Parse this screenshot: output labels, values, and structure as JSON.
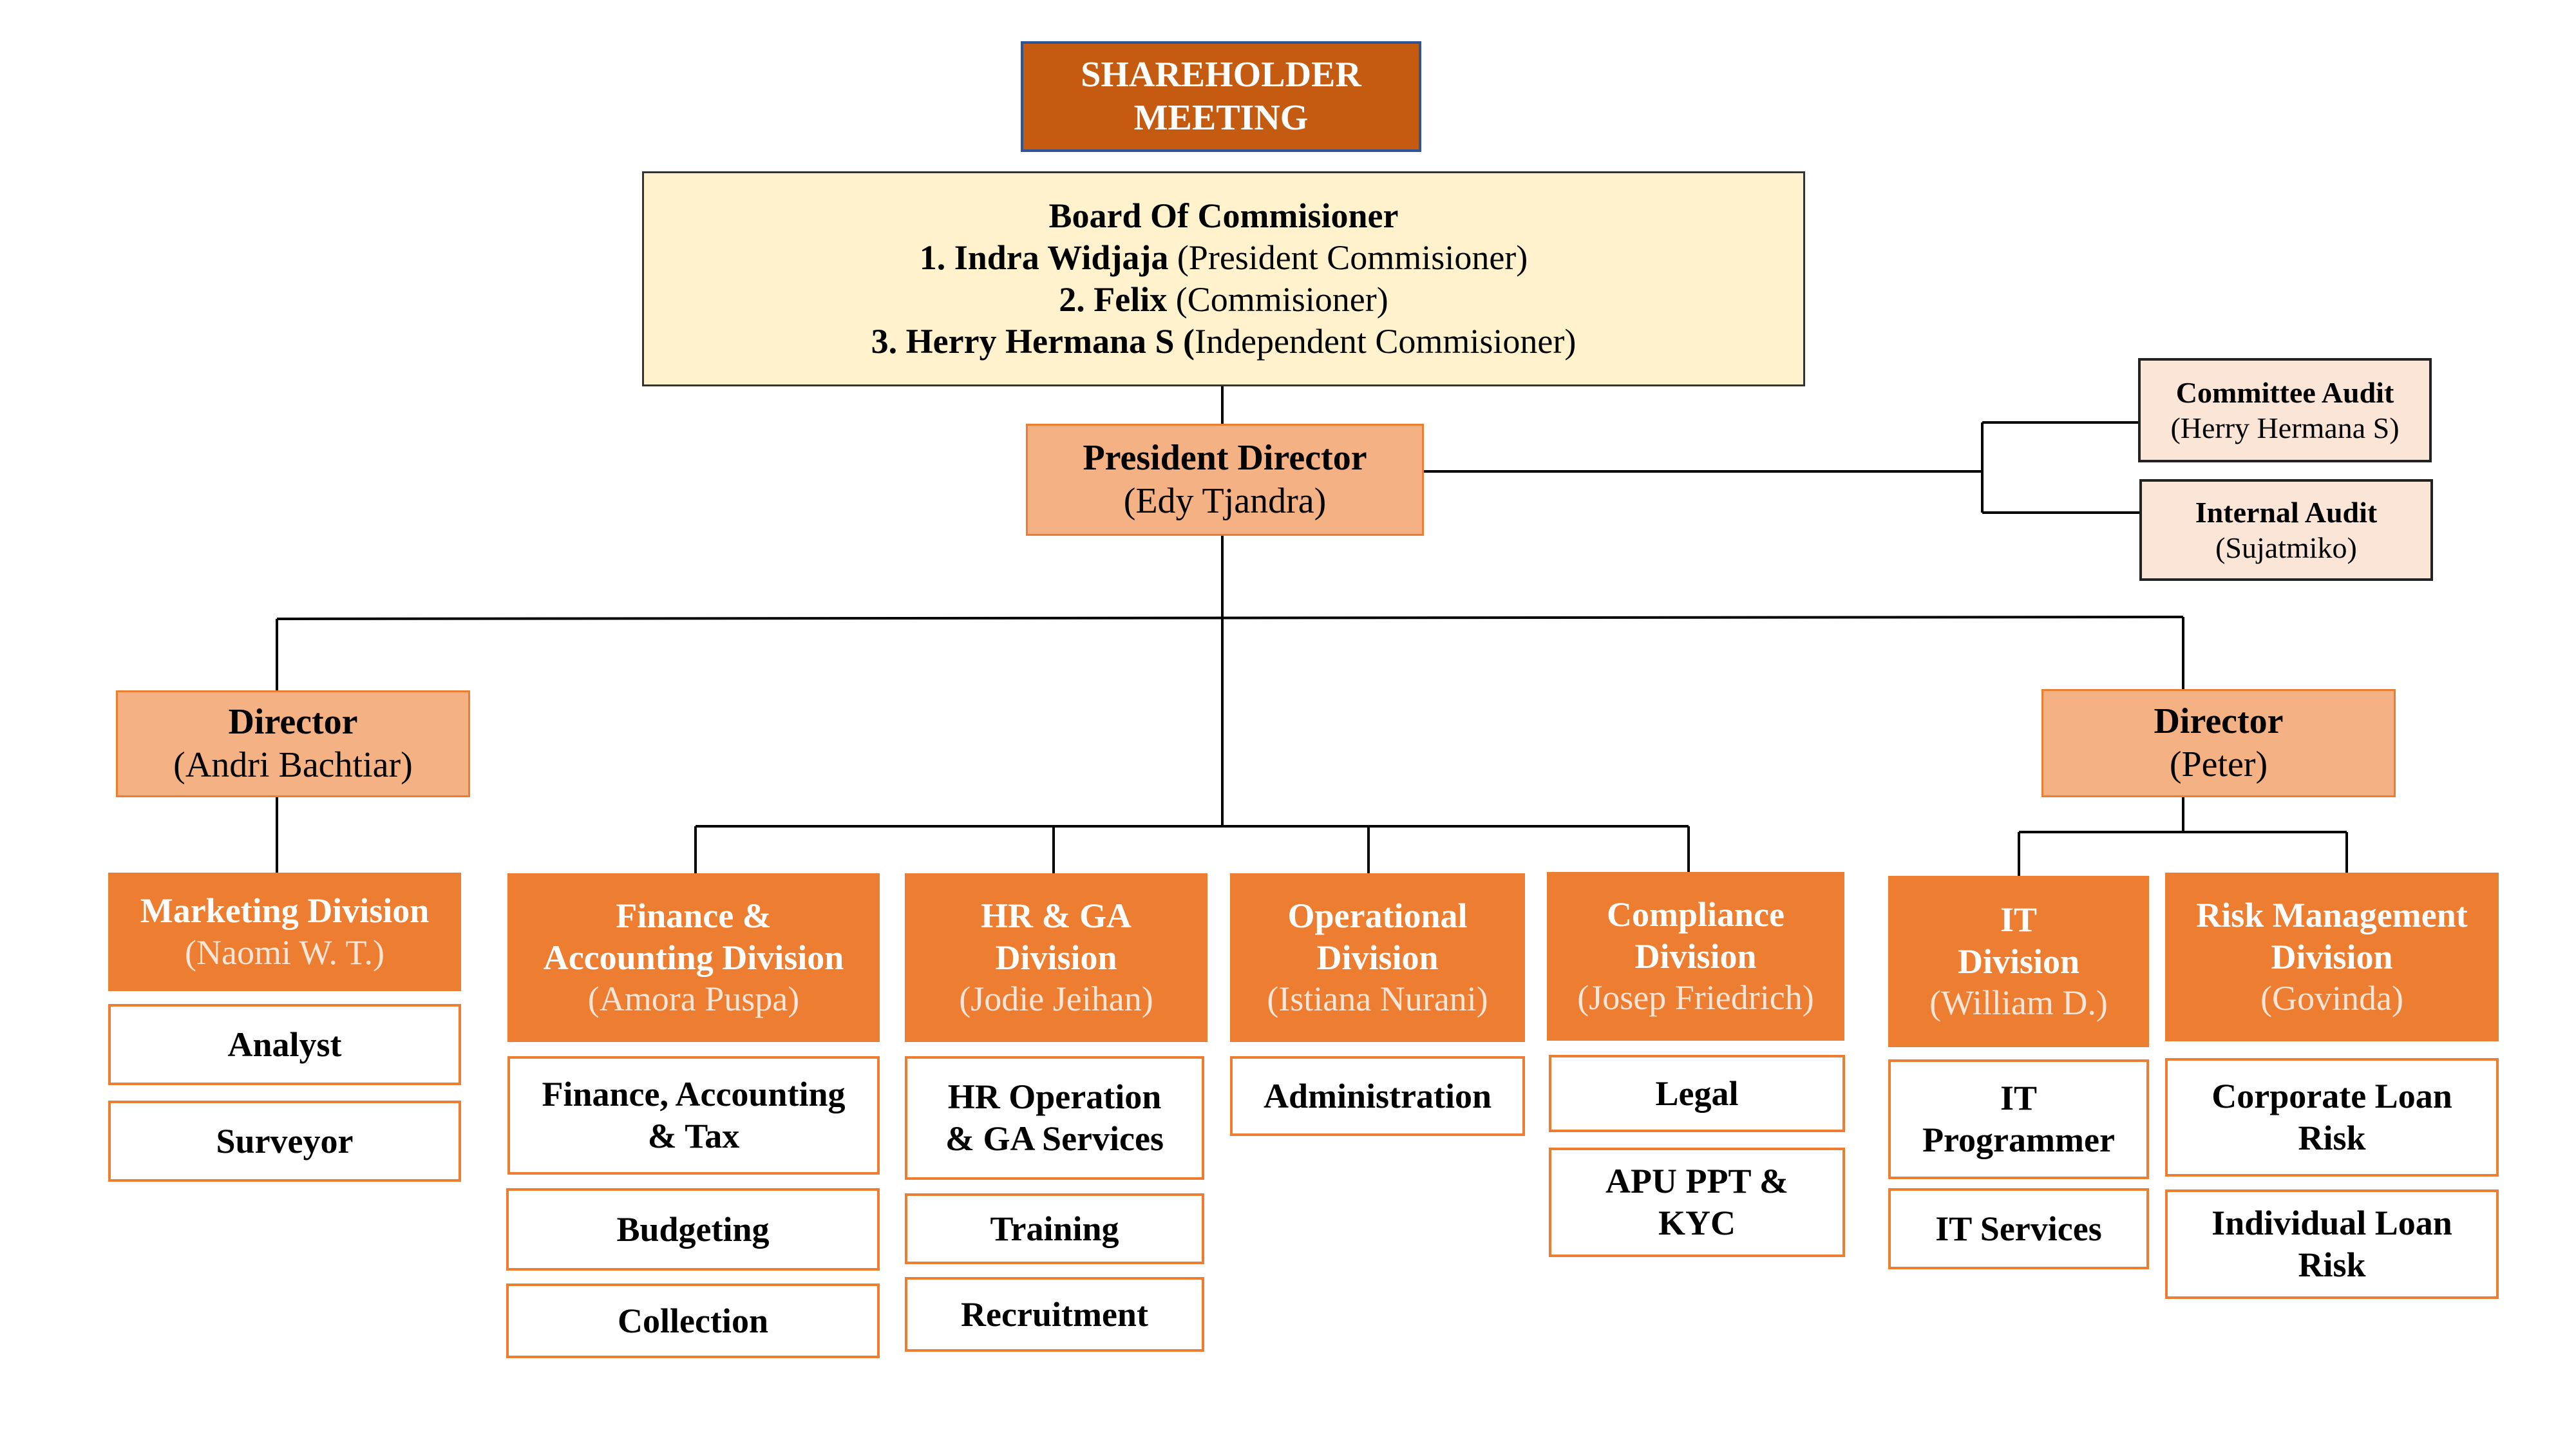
{
  "colors": {
    "shareholder_fill": "#c55a11",
    "board_fill": "#fff2cc",
    "director_fill": "#f4b183",
    "audit_fill": "#fbe5d6",
    "division_fill": "#ed7d31",
    "sub_border": "#ed7d31",
    "connector": "#000000"
  },
  "shareholder": {
    "line1": "SHAREHOLDER",
    "line2": "MEETING"
  },
  "board": {
    "title": "Board Of Commisioner",
    "members": [
      {
        "name": "1. Indra Widjaja",
        "role": " (President Commisioner)"
      },
      {
        "name": "2. Felix",
        "role": " (Commisioner)"
      },
      {
        "name": "3. Herry Hermana S (",
        "role": "Independent Commisioner)"
      }
    ]
  },
  "president": {
    "title": "President Director",
    "person": "(Edy Tjandra)"
  },
  "audits": [
    {
      "title": "Committee Audit",
      "person": "(Herry Hermana S)"
    },
    {
      "title": "Internal Audit",
      "person": "(Sujatmiko)"
    }
  ],
  "directors": [
    {
      "title": "Director",
      "person": "(Andri Bachtiar)"
    },
    {
      "title": "Director",
      "person": "(Peter)"
    }
  ],
  "divisions": [
    {
      "name": [
        "Marketing Division"
      ],
      "person": "(Naomi W. T.)",
      "units": [
        [
          "Analyst"
        ],
        [
          "Surveyor"
        ]
      ]
    },
    {
      "name": [
        "Finance &",
        "Accounting Division"
      ],
      "person": "(Amora Puspa)",
      "units": [
        [
          "Finance, Accounting",
          "& Tax"
        ],
        [
          "Budgeting"
        ],
        [
          "Collection"
        ]
      ]
    },
    {
      "name": [
        "HR & GA",
        "Division"
      ],
      "person": "(Jodie Jeihan)",
      "units": [
        [
          "HR Operation",
          "&  GA Services"
        ],
        [
          "Training"
        ],
        [
          "Recruitment"
        ]
      ]
    },
    {
      "name": [
        "Operational",
        "Division"
      ],
      "person": "(Istiana Nurani)",
      "units": [
        [
          "Administration"
        ]
      ]
    },
    {
      "name": [
        "Compliance",
        "Division"
      ],
      "person": "(Josep Friedrich)",
      "units": [
        [
          "Legal"
        ],
        [
          "APU PPT &",
          "KYC"
        ]
      ]
    },
    {
      "name": [
        "IT",
        "Division"
      ],
      "person": "(William D.)",
      "units": [
        [
          "IT",
          "Programmer"
        ],
        [
          "IT Services"
        ]
      ]
    },
    {
      "name": [
        "Risk Management",
        "Division"
      ],
      "person": "(Govinda)",
      "units": [
        [
          "Corporate Loan",
          "Risk"
        ],
        [
          "Individual Loan",
          "Risk"
        ]
      ]
    }
  ]
}
